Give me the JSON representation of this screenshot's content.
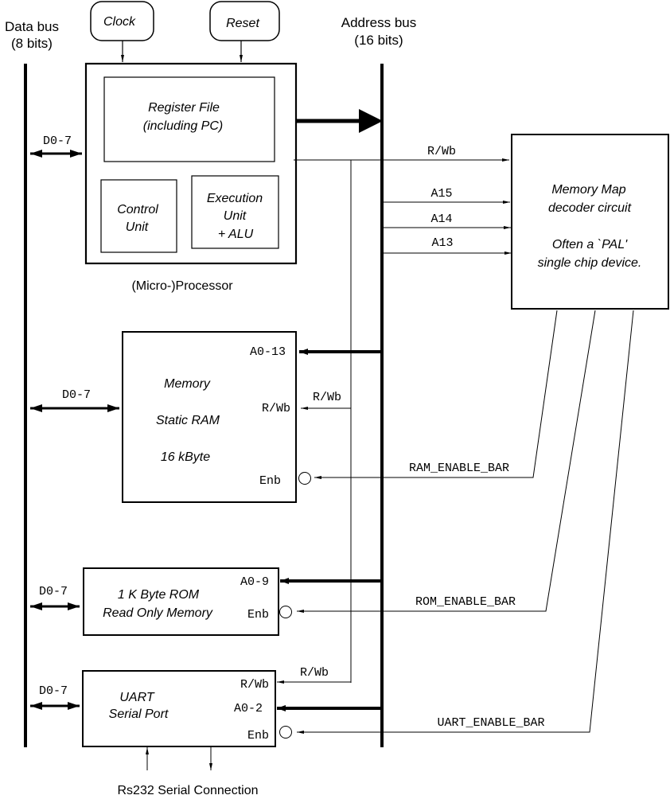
{
  "buses": {
    "data_bus": {
      "label_line1": "Data bus",
      "label_line2": "(8 bits)"
    },
    "address_bus": {
      "label_line1": "Address bus",
      "label_line2": "(16 bits)"
    }
  },
  "inputs": {
    "clock": "Clock",
    "reset": "Reset"
  },
  "processor": {
    "caption": "(Micro-)Processor",
    "register_file": {
      "line1": "Register File",
      "line2": "(including PC)"
    },
    "control_unit": {
      "line1": "Control",
      "line2": "Unit"
    },
    "execution_unit": {
      "line1": "Execution",
      "line2": "Unit",
      "line3": "+ ALU"
    },
    "data_label": "D0-7"
  },
  "decoder": {
    "line1": "Memory Map",
    "line2": "decoder circuit",
    "line3": "Often a `PAL'",
    "line4": "single chip device.",
    "inputs": [
      "R/Wb",
      "A15",
      "A14",
      "A13"
    ]
  },
  "ram": {
    "line1": "Memory",
    "line2": "Static RAM",
    "line3": "16 kByte",
    "addr_pin": "A0-13",
    "rw_pin": "R/Wb",
    "rw_wire": "R/Wb",
    "enb_pin": "Enb",
    "data_label": "D0-7",
    "enable_signal": "RAM_ENABLE_BAR"
  },
  "rom": {
    "line1": "1 K Byte ROM",
    "line2": "Read Only Memory",
    "addr_pin": "A0-9",
    "enb_pin": "Enb",
    "data_label": "D0-7",
    "enable_signal": "ROM_ENABLE_BAR"
  },
  "uart": {
    "line1": "UART",
    "line2": "Serial Port",
    "rw_pin": "R/Wb",
    "rw_wire": "R/Wb",
    "addr_pin": "A0-2",
    "enb_pin": "Enb",
    "data_label": "D0-7",
    "enable_signal": "UART_ENABLE_BAR",
    "serial_caption": "Rs232 Serial Connection"
  }
}
